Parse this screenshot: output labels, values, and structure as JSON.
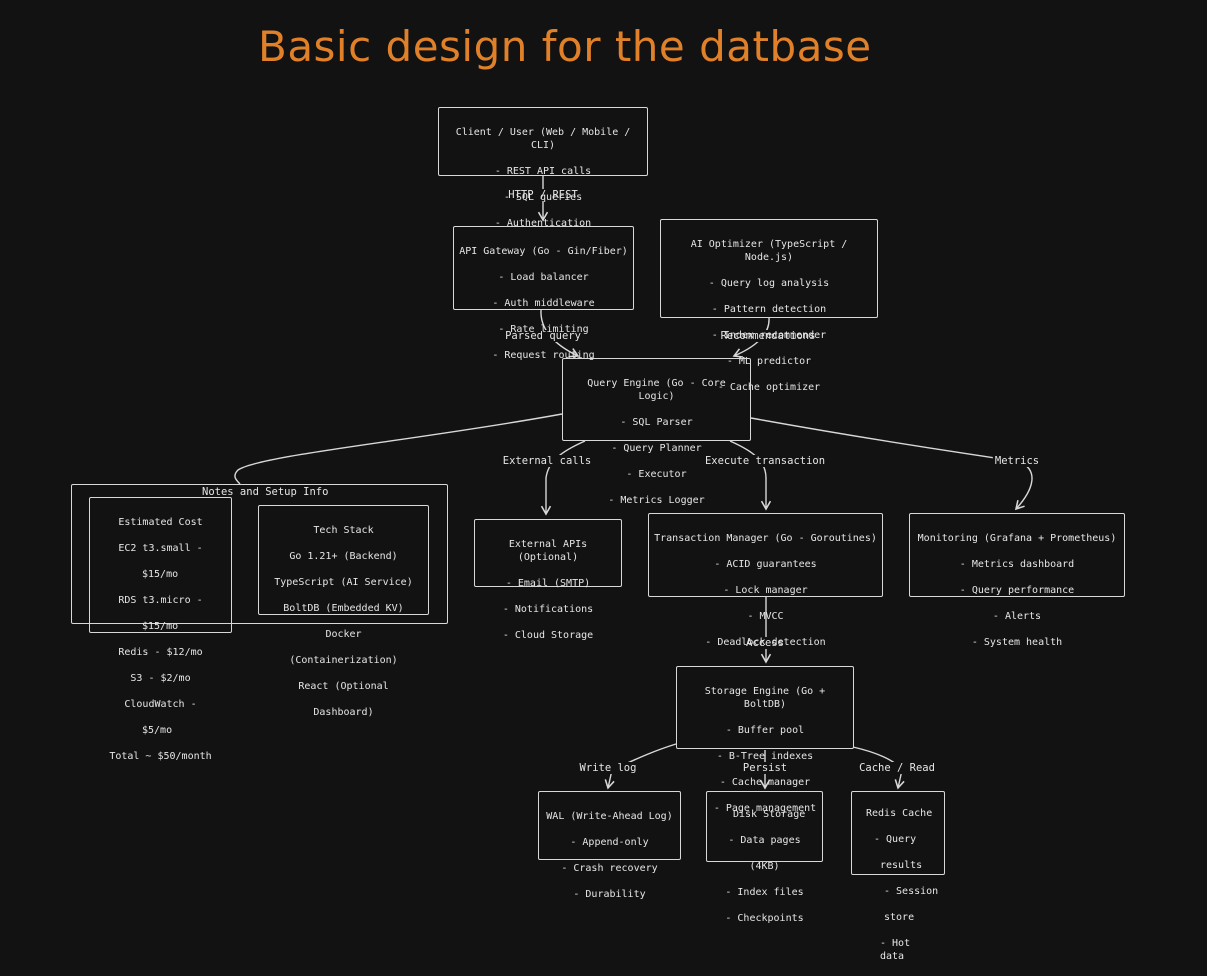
{
  "title": "Basic design for the datbase",
  "client": {
    "head": "Client / User (Web / Mobile / CLI)",
    "lines": [
      "- REST API calls",
      "- SQL queries",
      "- Authentication"
    ]
  },
  "gateway": {
    "head": "API Gateway (Go - Gin/Fiber)",
    "lines": [
      "- Load balancer",
      "- Auth middleware",
      "- Rate limiting",
      "- Request routing"
    ]
  },
  "optimizer": {
    "head": "AI Optimizer (TypeScript / Node.js)",
    "lines": [
      "- Query log analysis",
      "- Pattern detection",
      "- Index recommender",
      "- ML predictor",
      "- Cache optimizer"
    ]
  },
  "engine": {
    "head": "Query Engine (Go - Core Logic)",
    "lines": [
      "- SQL Parser",
      "- Query Planner",
      "- Executor",
      "- Metrics Logger"
    ]
  },
  "external": {
    "head": "External APIs (Optional)",
    "lines": [
      "- Email (SMTP)",
      "- Notifications",
      "- Cloud Storage"
    ]
  },
  "txn": {
    "head": "Transaction Manager (Go - Goroutines)",
    "lines": [
      "- ACID guarantees",
      "- Lock manager",
      "- MVCC",
      "- Deadlock detection"
    ]
  },
  "monitoring": {
    "head": "Monitoring (Grafana + Prometheus)",
    "lines": [
      "- Metrics dashboard",
      "- Query performance",
      "- Alerts",
      "- System health"
    ]
  },
  "storage": {
    "head": "Storage Engine (Go + BoltDB)",
    "lines": [
      "- Buffer pool",
      "- B-Tree indexes",
      "- Cache manager",
      "- Page management"
    ]
  },
  "wal": {
    "head": "WAL (Write-Ahead Log)",
    "lines": [
      "- Append-only",
      "- Crash recovery",
      "- Durability"
    ]
  },
  "disk": {
    "head": "Disk Storage",
    "lines": [
      "- Data pages",
      "(4KB)",
      "- Index files",
      "- Checkpoints"
    ]
  },
  "redis": {
    "head": "Redis Cache",
    "lines": [
      "- Query",
      "results",
      "- Session",
      "store",
      "- Hot data"
    ]
  },
  "notes": {
    "label": "Notes and Setup Info",
    "cost": {
      "head": "Estimated Cost",
      "lines": [
        "EC2 t3.small -",
        "$15/mo",
        "RDS t3.micro -",
        "$15/mo",
        "Redis - $12/mo",
        "S3 - $2/mo",
        "CloudWatch -",
        "$5/mo",
        "Total ~ $50/month"
      ]
    },
    "stack": {
      "head": "Tech Stack",
      "lines": [
        "Go 1.21+ (Backend)",
        "TypeScript (AI Service)",
        "BoltDB (Embedded KV)",
        "Docker",
        "(Containerization)",
        "React (Optional",
        "Dashboard)"
      ]
    }
  },
  "edges": {
    "http": "HTTP / REST",
    "parsed": "Parsed query",
    "recommend": "Recommendations",
    "external_calls": "External calls",
    "execute": "Execute transaction",
    "metrics": "Metrics",
    "access": "Access",
    "write_log": "Write log",
    "persist": "Persist",
    "cache_read": "Cache / Read"
  }
}
